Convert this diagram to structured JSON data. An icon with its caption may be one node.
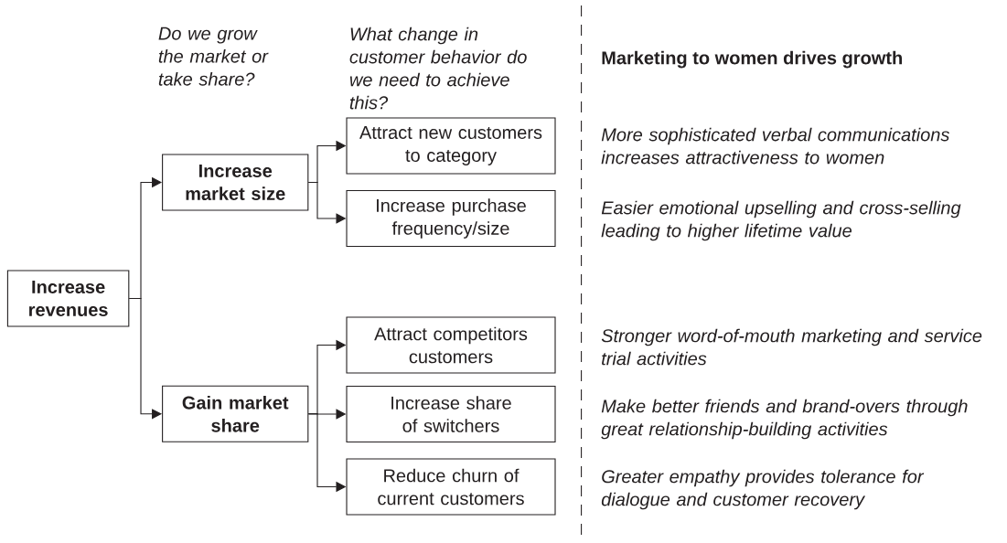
{
  "diagram": {
    "nodes": [
      {
        "text": [
          "Increase revenues"
        ]
      },
      {
        "text": [
          "Increase market size"
        ]
      },
      {
        "text": [
          "Gain market share"
        ]
      },
      {
        "text": [
          "Attract new customers to category"
        ]
      },
      {
        "text": [
          "Increase purchase frequency/size"
        ]
      },
      {
        "text": [
          "Attract competitors customers"
        ]
      },
      {
        "text": [
          "Increase share of switchers"
        ]
      },
      {
        "text": [
          "Reduce churn of current customers"
        ]
      }
    ],
    "edges": [
      {
        "from": 0,
        "to": 1,
        "arrow": "to"
      },
      {
        "from": 0,
        "to": 2,
        "arrow": "to"
      },
      {
        "from": 1,
        "to": 3,
        "arrow": "to"
      },
      {
        "from": 1,
        "to": 4,
        "arrow": "to"
      },
      {
        "from": 2,
        "to": 5,
        "arrow": "to"
      },
      {
        "from": 2,
        "to": 6,
        "arrow": "to"
      },
      {
        "from": 2,
        "to": 7,
        "arrow": "to"
      }
    ],
    "labels": [
      "Do we grow the market or take share?",
      "What change in customer behavior do we need to achieve this?",
      "Marketing to women drives growth",
      "More sophisticated verbal communications increases attractiveness to women",
      "Easier emotional upselling and cross-selling leading to higher lifetime value",
      "Stronger word-of-mouth marketing and service trial activities",
      "Make better friends and brand-overs through great relationship-building activities",
      "Greater empathy provides tolerance for dialogue and customer recovery"
    ]
  }
}
